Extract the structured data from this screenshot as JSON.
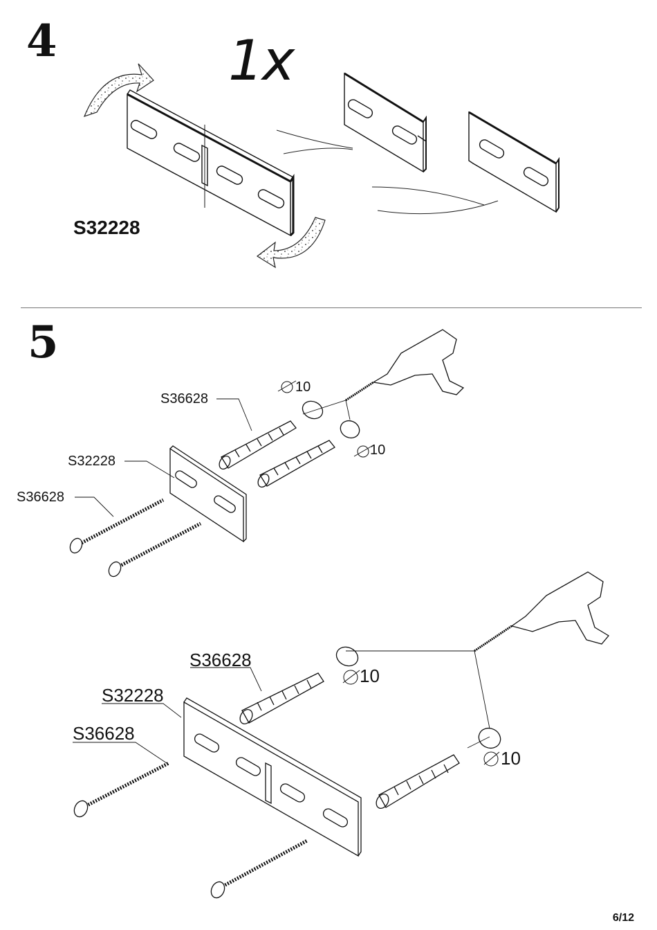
{
  "steps": [
    {
      "number": "4",
      "quantity": "1x",
      "part_code": "S32228"
    },
    {
      "number": "5"
    }
  ],
  "diagram_a": {
    "dowel": "S36628",
    "plate": "S32228",
    "screw": "S36628",
    "diameter_top": "10",
    "diameter_right": "10"
  },
  "diagram_b": {
    "dowel": "S36628",
    "plate": "S32228",
    "screw": "S36628",
    "diameter_top": "10",
    "diameter_right": "10"
  },
  "footer": {
    "page": "6/12"
  }
}
